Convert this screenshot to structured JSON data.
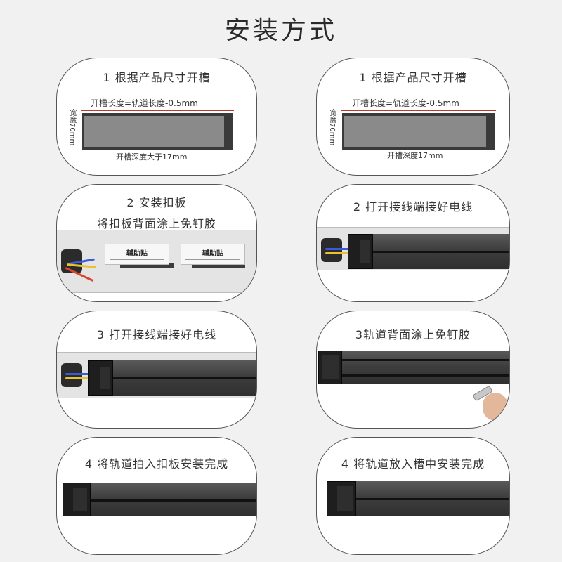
{
  "page": {
    "title": "安装方式"
  },
  "cards": {
    "c1": {
      "title": "1 根据产品尺寸开槽",
      "dim_length": "开槽长度=轨道长度-0.5mm",
      "dim_width": "宽度70mm",
      "dim_depth": "开槽深度大于17mm"
    },
    "c2": {
      "title": "1 根据产品尺寸开槽",
      "dim_length": "开槽长度=轨道长度-0.5mm",
      "dim_width": "宽度70mm",
      "dim_depth": "开槽深度17mm"
    },
    "c3": {
      "title": "2 安装扣板",
      "subtitle": "将扣板背面涂上免钉胶",
      "sticker_label": "辅助贴"
    },
    "c4": {
      "title": "2 打开接线端接好电线"
    },
    "c5": {
      "title": "3 打开接线端接好电线"
    },
    "c6": {
      "title": "3轨道背面涂上免钉胶"
    },
    "c7": {
      "title": "4 将轨道拍入扣板安装完成"
    },
    "c8": {
      "title": "4 将轨道放入槽中安装完成"
    }
  },
  "colors": {
    "background": "#f2f1f1",
    "card_border": "#555555",
    "dimension_line": "#c0392b",
    "rail": "#3e3e3e"
  }
}
